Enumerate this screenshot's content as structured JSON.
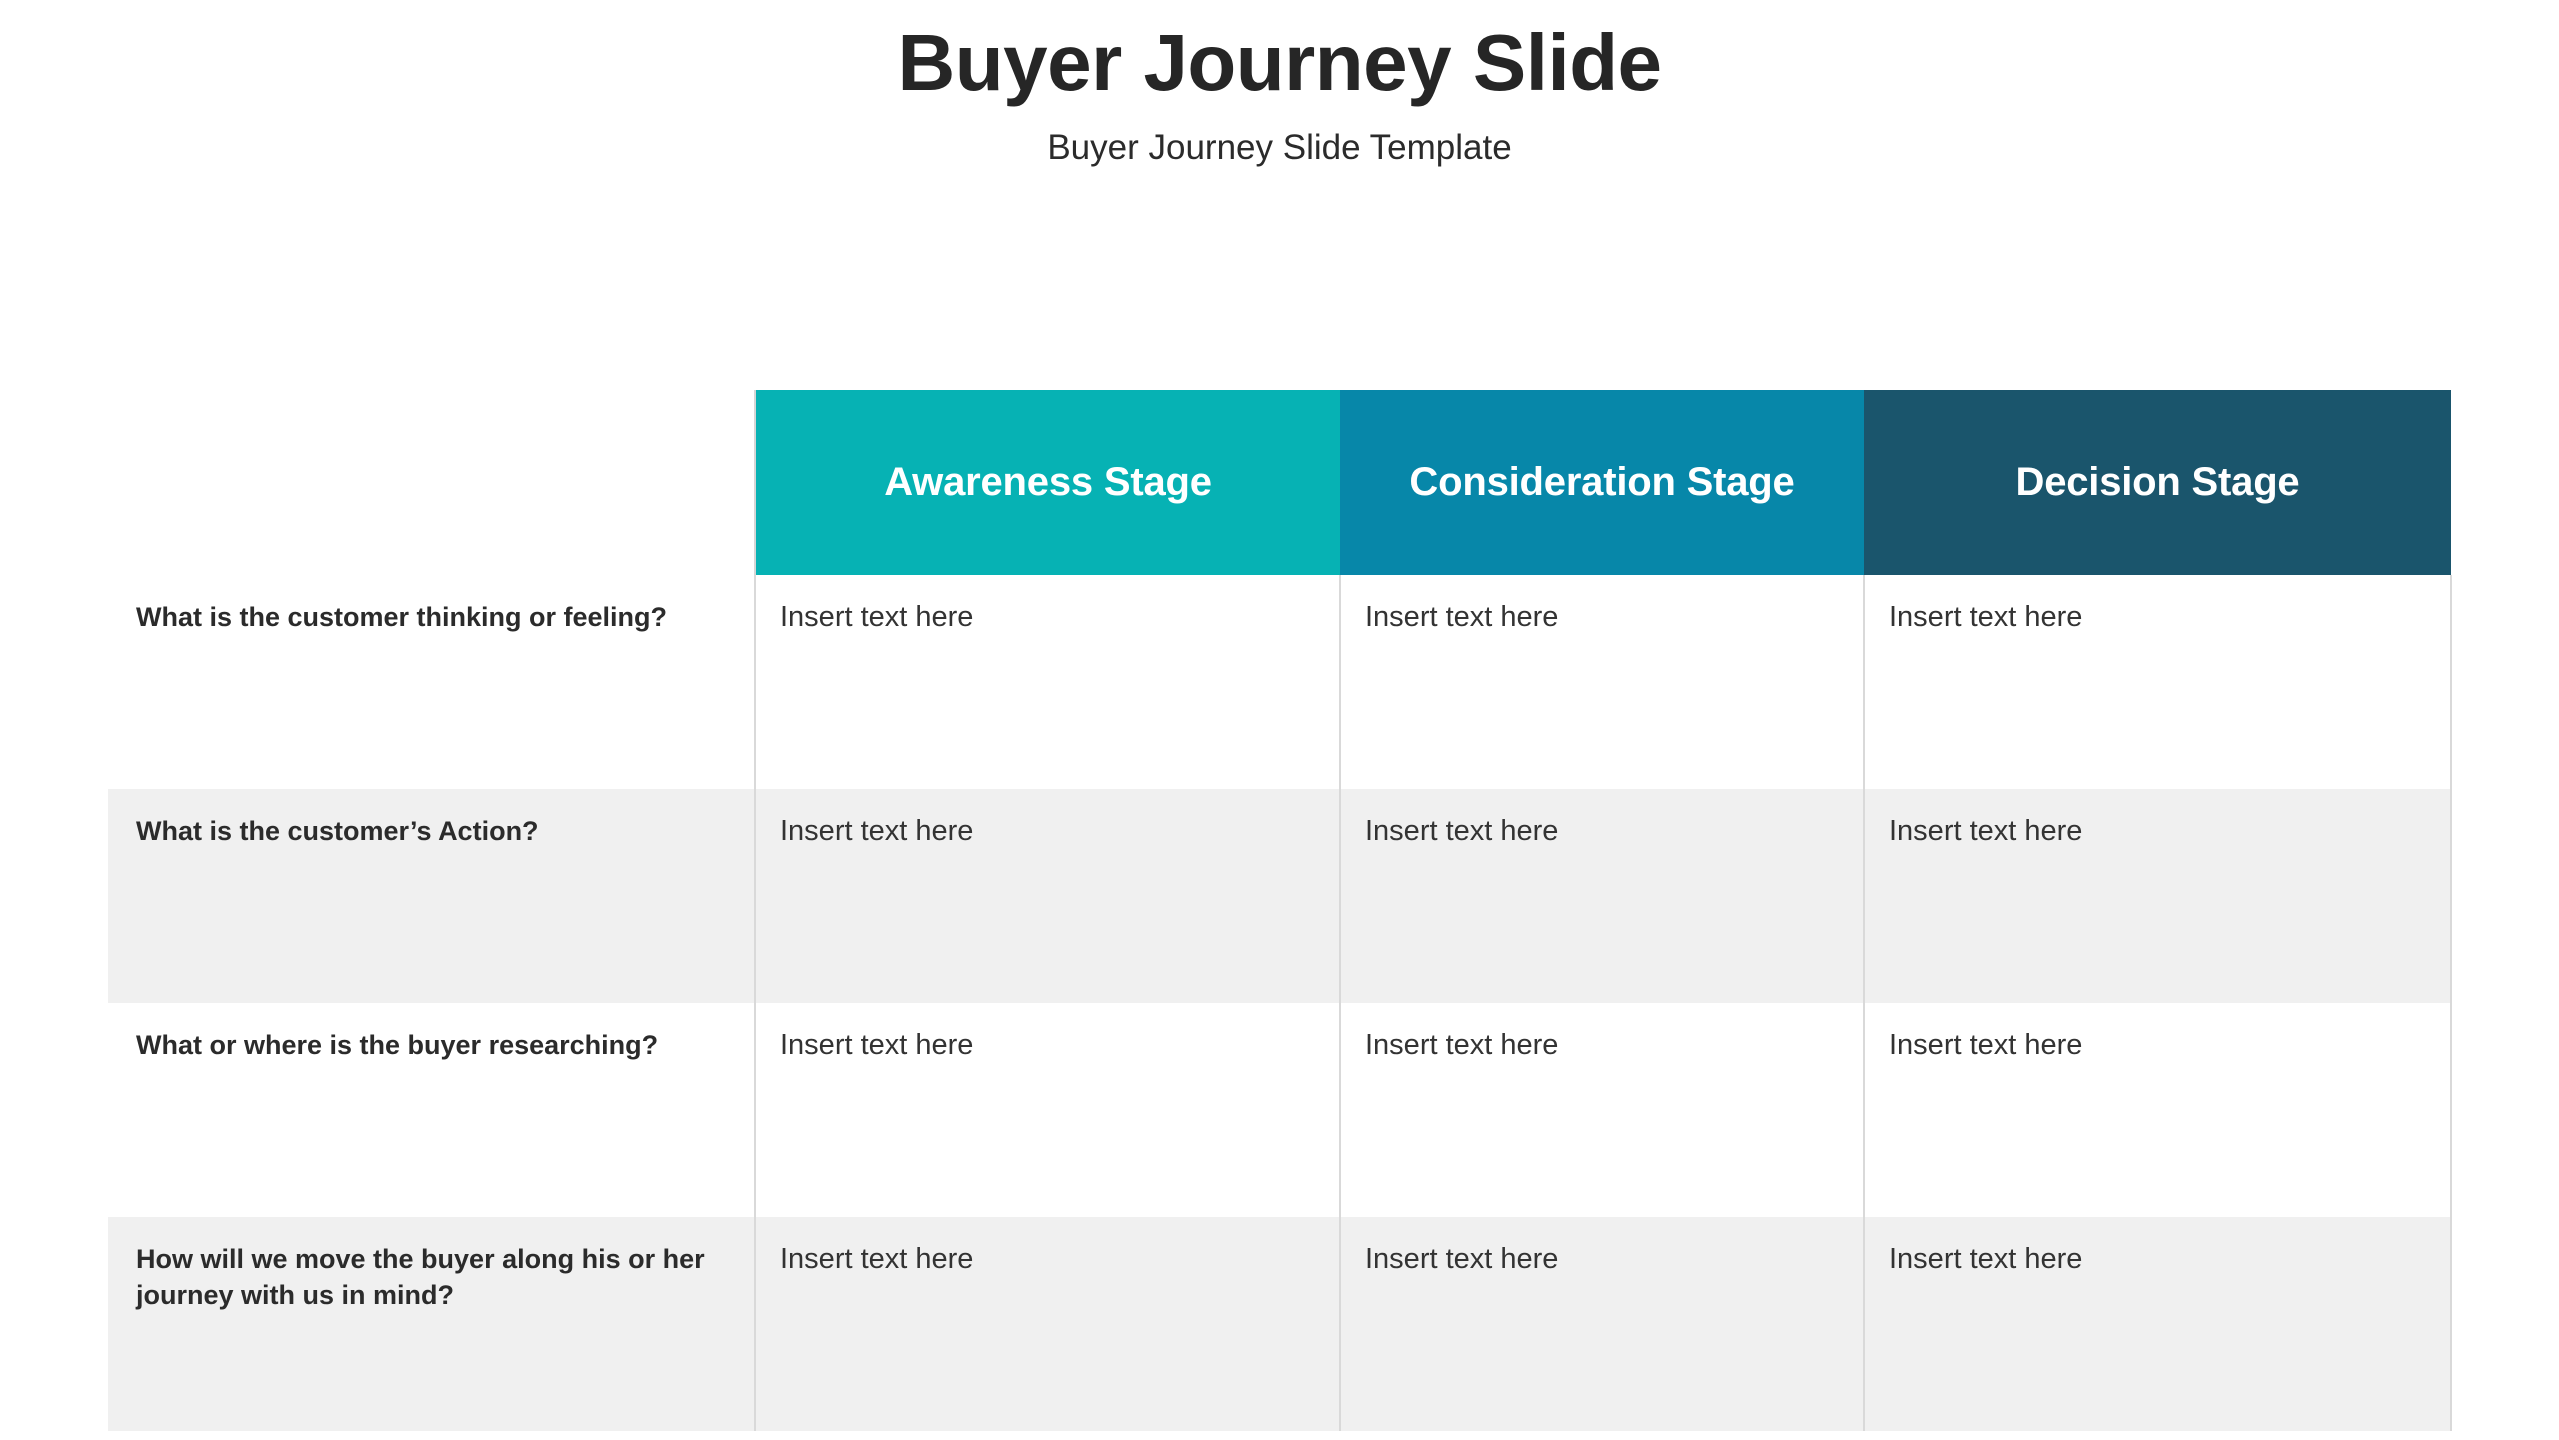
{
  "slide": {
    "title": "Buyer Journey Slide",
    "subtitle": "Buyer Journey Slide Template"
  },
  "colors": {
    "awareness": "#06b2b4",
    "consideration": "#0787a9",
    "decision": "#1a556c",
    "row_alt": "#f0f0f0",
    "row_plain": "#ffffff",
    "divider": "#d9d9d9",
    "title_text": "#262626",
    "body_text": "#333333",
    "label_text": "#2b2b2b"
  },
  "table": {
    "corner_label": "",
    "columns": [
      {
        "key": "awareness",
        "label": "Awareness Stage"
      },
      {
        "key": "consideration",
        "label": "Consideration Stage"
      },
      {
        "key": "decision",
        "label": "Decision Stage"
      }
    ],
    "rows": [
      {
        "question": "What is the customer thinking or feeling?",
        "cells": [
          "Insert text here",
          "Insert text here",
          "Insert text here"
        ]
      },
      {
        "question": "What is the customer’s Action?",
        "cells": [
          "Insert text here",
          "Insert text here",
          "Insert text here"
        ]
      },
      {
        "question": "What or where is the buyer researching?",
        "cells": [
          "Insert text here",
          "Insert text here",
          "Insert text here"
        ]
      },
      {
        "question": "How will we move the buyer along his or her journey with us in mind?",
        "cells": [
          "Insert text here",
          "Insert text here",
          "Insert text here"
        ]
      }
    ]
  }
}
